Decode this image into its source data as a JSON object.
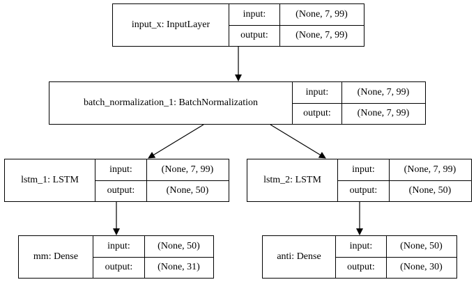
{
  "nodes": {
    "input_x": {
      "name": "input_x: InputLayer",
      "input_label": "input:",
      "input_value": "(None, 7, 99)",
      "output_label": "output:",
      "output_value": "(None, 7, 99)"
    },
    "batch_norm": {
      "name": "batch_normalization_1: BatchNormalization",
      "input_label": "input:",
      "input_value": "(None, 7, 99)",
      "output_label": "output:",
      "output_value": "(None, 7, 99)"
    },
    "lstm_1": {
      "name": "lstm_1: LSTM",
      "input_label": "input:",
      "input_value": "(None, 7, 99)",
      "output_label": "output:",
      "output_value": "(None, 50)"
    },
    "lstm_2": {
      "name": "lstm_2: LSTM",
      "input_label": "input:",
      "input_value": "(None, 7, 99)",
      "output_label": "output:",
      "output_value": "(None, 50)"
    },
    "mm": {
      "name": "mm: Dense",
      "input_label": "input:",
      "input_value": "(None, 50)",
      "output_label": "output:",
      "output_value": "(None, 31)"
    },
    "anti": {
      "name": "anti: Dense",
      "input_label": "input:",
      "input_value": "(None, 50)",
      "output_label": "output:",
      "output_value": "(None, 30)"
    }
  },
  "edges": [
    {
      "from": "input_x",
      "to": "batch_norm"
    },
    {
      "from": "batch_norm",
      "to": "lstm_1"
    },
    {
      "from": "batch_norm",
      "to": "lstm_2"
    },
    {
      "from": "lstm_1",
      "to": "mm"
    },
    {
      "from": "lstm_2",
      "to": "anti"
    }
  ]
}
